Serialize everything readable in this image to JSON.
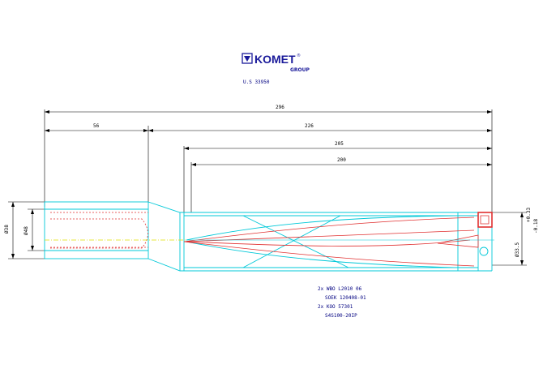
{
  "brand": {
    "name": "KOMET",
    "registered": "®",
    "suffix": "GROUP"
  },
  "drawing_code": "U.S 33950",
  "dimensions": {
    "overall_length": "296",
    "shank_length": "56",
    "body_length": "226",
    "flute_length_1": "205",
    "flute_length_2": "200",
    "shank_diameter": "Ø38",
    "shank_inner_diameter": "Ø48",
    "tip_diameter": "Ø33.5",
    "tip_tol_upper": "+0.33",
    "tip_tol_lower": "-0.18"
  },
  "parts_list": [
    "2x WBO L2010 06",
    "SOEK 120408-01",
    "2x KOO 57301",
    "S4S100-20IP"
  ],
  "colors": {
    "outline": "#00c8d8",
    "coolant": "#e03030",
    "dimension": "#000000",
    "centerline": "#e0e000",
    "brand": "#1a1a9a",
    "text": "#000080"
  }
}
